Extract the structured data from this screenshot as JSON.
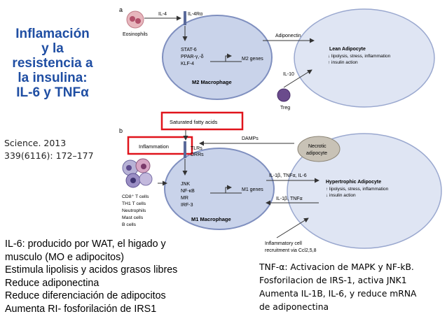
{
  "title": {
    "lines": [
      "Inflamación",
      "y la",
      "resistencia a",
      "la insulina:",
      "IL-6 y TNFα"
    ]
  },
  "citation": {
    "lines": [
      "Science. 2013",
      "339(6116): 172–177"
    ]
  },
  "colors": {
    "title": "#1f4ea3",
    "cell_fill": "#c9d3ea",
    "cell_stroke": "#7f8fbf",
    "highlight_box": "#e0141c",
    "arrow": "#333333",
    "eosinophil": "#d9a0a8",
    "treg": "#6a4b8c",
    "necrotic": "#b8b2a8"
  },
  "panel_a": {
    "label": "a",
    "eosinophils": "Eosinophils",
    "il4": "IL-4",
    "il4r": "IL-4Rα",
    "factors": [
      "STAT-6",
      "PPAR-γ,-δ",
      "KLF-4"
    ],
    "m2_genes": "M2 genes",
    "macrophage": "M2 Macrophage",
    "adiponectin": "Adiponectin",
    "lean_title": "Lean Adipocyte",
    "lean_lines": [
      "↓ lipolysis, stress, inflammation",
      "↑ insulin action"
    ],
    "il10": "IL-10",
    "treg": "Treg"
  },
  "panel_b": {
    "label": "b",
    "sfa": "Saturated fatty acids",
    "inflammation": "Inflammation",
    "tlrs": "TLRs",
    "drrs": "DRRs",
    "damps": "DAMPs",
    "necrotic": [
      "Necrotic",
      "adipocyte"
    ],
    "factors": [
      "JNK",
      "NF-κB",
      "MR",
      "IRF-3"
    ],
    "m1_genes": "M1 genes",
    "macrophage": "M1 Macrophage",
    "cyto1": "IL-1β, TNFα, IL-6",
    "cyto2": "IL-1β, TNFα",
    "hyper_title": "Hypertrophic Adipocyte",
    "hyper_lines": [
      "↑ lipolysis, stress, inflammation",
      "↓ insulin action"
    ],
    "immune_cells": [
      "CD8⁺ T cells",
      "TH1 T cells",
      "Neutrophils",
      "Mast cells",
      "B cells"
    ],
    "recruit": [
      "Inflammatory cell",
      "recruitment via Ccl2,5,8"
    ]
  },
  "left_notes": [
    "IL-6: producido por  WAT, el higado y",
    "musculo (MO e adipocitos)",
    "Estimula lipolisis y acidos grasos libres",
    "Reduce adiponectina",
    "Reduce diferenciación de adipocitos",
    "Aumenta RI- fosforilación de  IRS1"
  ],
  "right_notes": [
    "TNF-α: Activacion de MAPK y NF-kB.",
    "Fosforilacion de IRS-1, activa JNK1",
    "Aumenta IL-1B, IL-6, y reduce  mRNA",
    "de adiponectina"
  ]
}
